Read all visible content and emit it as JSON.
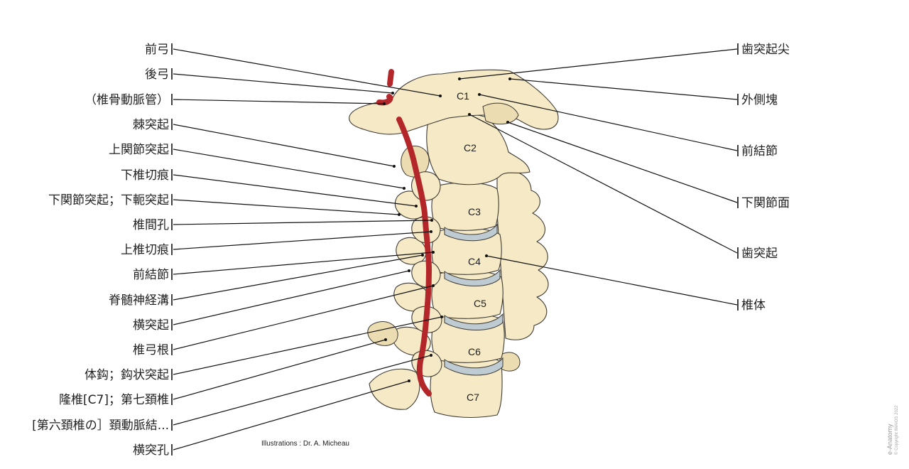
{
  "left_labels": [
    "前弓",
    "後弓",
    "（椎骨動脈管）",
    "棘突起",
    "上関節突起",
    "下椎切痕",
    "下関節突起；下軛突起",
    "椎間孔",
    "上椎切痕",
    "前結節",
    "脊髄神経溝",
    "横突起",
    "椎弓根",
    "体鈎；鈎状突起",
    "隆椎[C7]；第七頚椎",
    "[第六頚椎の］頚動脈結...",
    "横突孔"
  ],
  "right_labels": [
    "歯突起尖",
    "外側塊",
    "前結節",
    "下関節面",
    "歯突起",
    "椎体"
  ],
  "vertebra_labels": [
    "C1",
    "C2",
    "C3",
    "C4",
    "C5",
    "C6",
    "C7"
  ],
  "credit": "Illustrations : Dr. A. Micheau",
  "brand": {
    "name": "e-Anatomy",
    "copyright": "© Copyright IMAIOS 2022"
  },
  "colors": {
    "bone": "#f6e9c6",
    "disc": "#bfcbd3",
    "artery": "#b3262a",
    "line": "#111111"
  }
}
